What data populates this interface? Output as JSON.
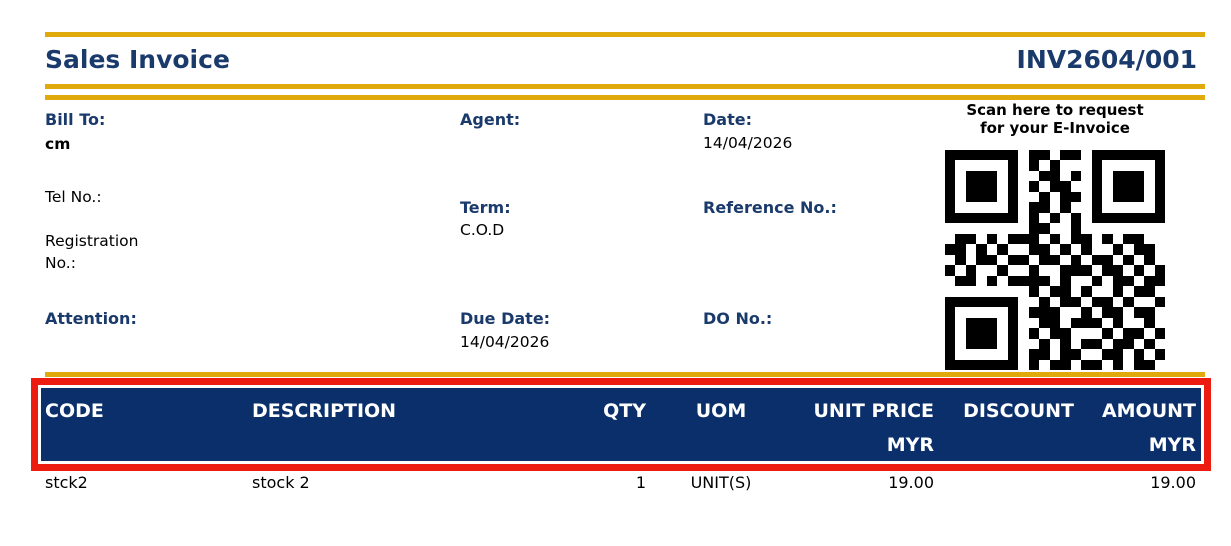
{
  "document": {
    "title": "Sales Invoice",
    "invoice_no": "INV2604/001",
    "bill_to": {
      "label": "Bill To:",
      "name": "cm",
      "tel_label": "Tel No.:",
      "registration_label": "Registration No.:"
    },
    "agent": {
      "label": "Agent:",
      "value": ""
    },
    "term": {
      "label": "Term:",
      "value": "C.O.D"
    },
    "due_date": {
      "label": "Due Date:",
      "value": "14/04/2026"
    },
    "date": {
      "label": "Date:",
      "value": "14/04/2026"
    },
    "reference": {
      "label": "Reference No.:",
      "value": ""
    },
    "do_no": {
      "label": "DO No.:",
      "value": ""
    },
    "attention": {
      "label": "Attention:",
      "value": ""
    },
    "einvoice": {
      "caption_line1": "Scan here to request",
      "caption_line2": "for your E-Invoice",
      "qr_matrix": [
        "111111101101101111111",
        "100000101010001000001",
        "101110100110101011101",
        "101110101011001011101",
        "101110100101101011101",
        "100000101101001000001",
        "111111101010101111111",
        "000000001100100000000",
        "011010111010110101100",
        "110101001101010010110",
        "010110110110101101010",
        "101001001001110110101",
        "011010111101001011011",
        "000000001011010010110",
        "111111100101101101001",
        "100000101110010110110",
        "101110100110111010010",
        "101110101011000101101",
        "101110100101011011010",
        "100000101101100110101",
        "111111101011011010110"
      ]
    },
    "table": {
      "columns": [
        {
          "label": "CODE"
        },
        {
          "label": "DESCRIPTION"
        },
        {
          "label": "QTY"
        },
        {
          "label": "UOM"
        },
        {
          "label": "UNIT PRICE"
        },
        {
          "label": "DISCOUNT"
        },
        {
          "label": "AMOUNT"
        }
      ],
      "currency_row": {
        "unit_price": "MYR",
        "amount": "MYR"
      },
      "rows": [
        {
          "code": "stck2",
          "description": "stock 2",
          "qty": "1",
          "uom": "UNIT(S)",
          "unit_price": "19.00",
          "discount": "",
          "amount": "19.00"
        }
      ]
    },
    "colors": {
      "navy_text": "#1A3A6C",
      "band_navy": "#0A2F6B",
      "gold": "#E1AA0C",
      "annotation_red": "#ED1C11"
    }
  }
}
